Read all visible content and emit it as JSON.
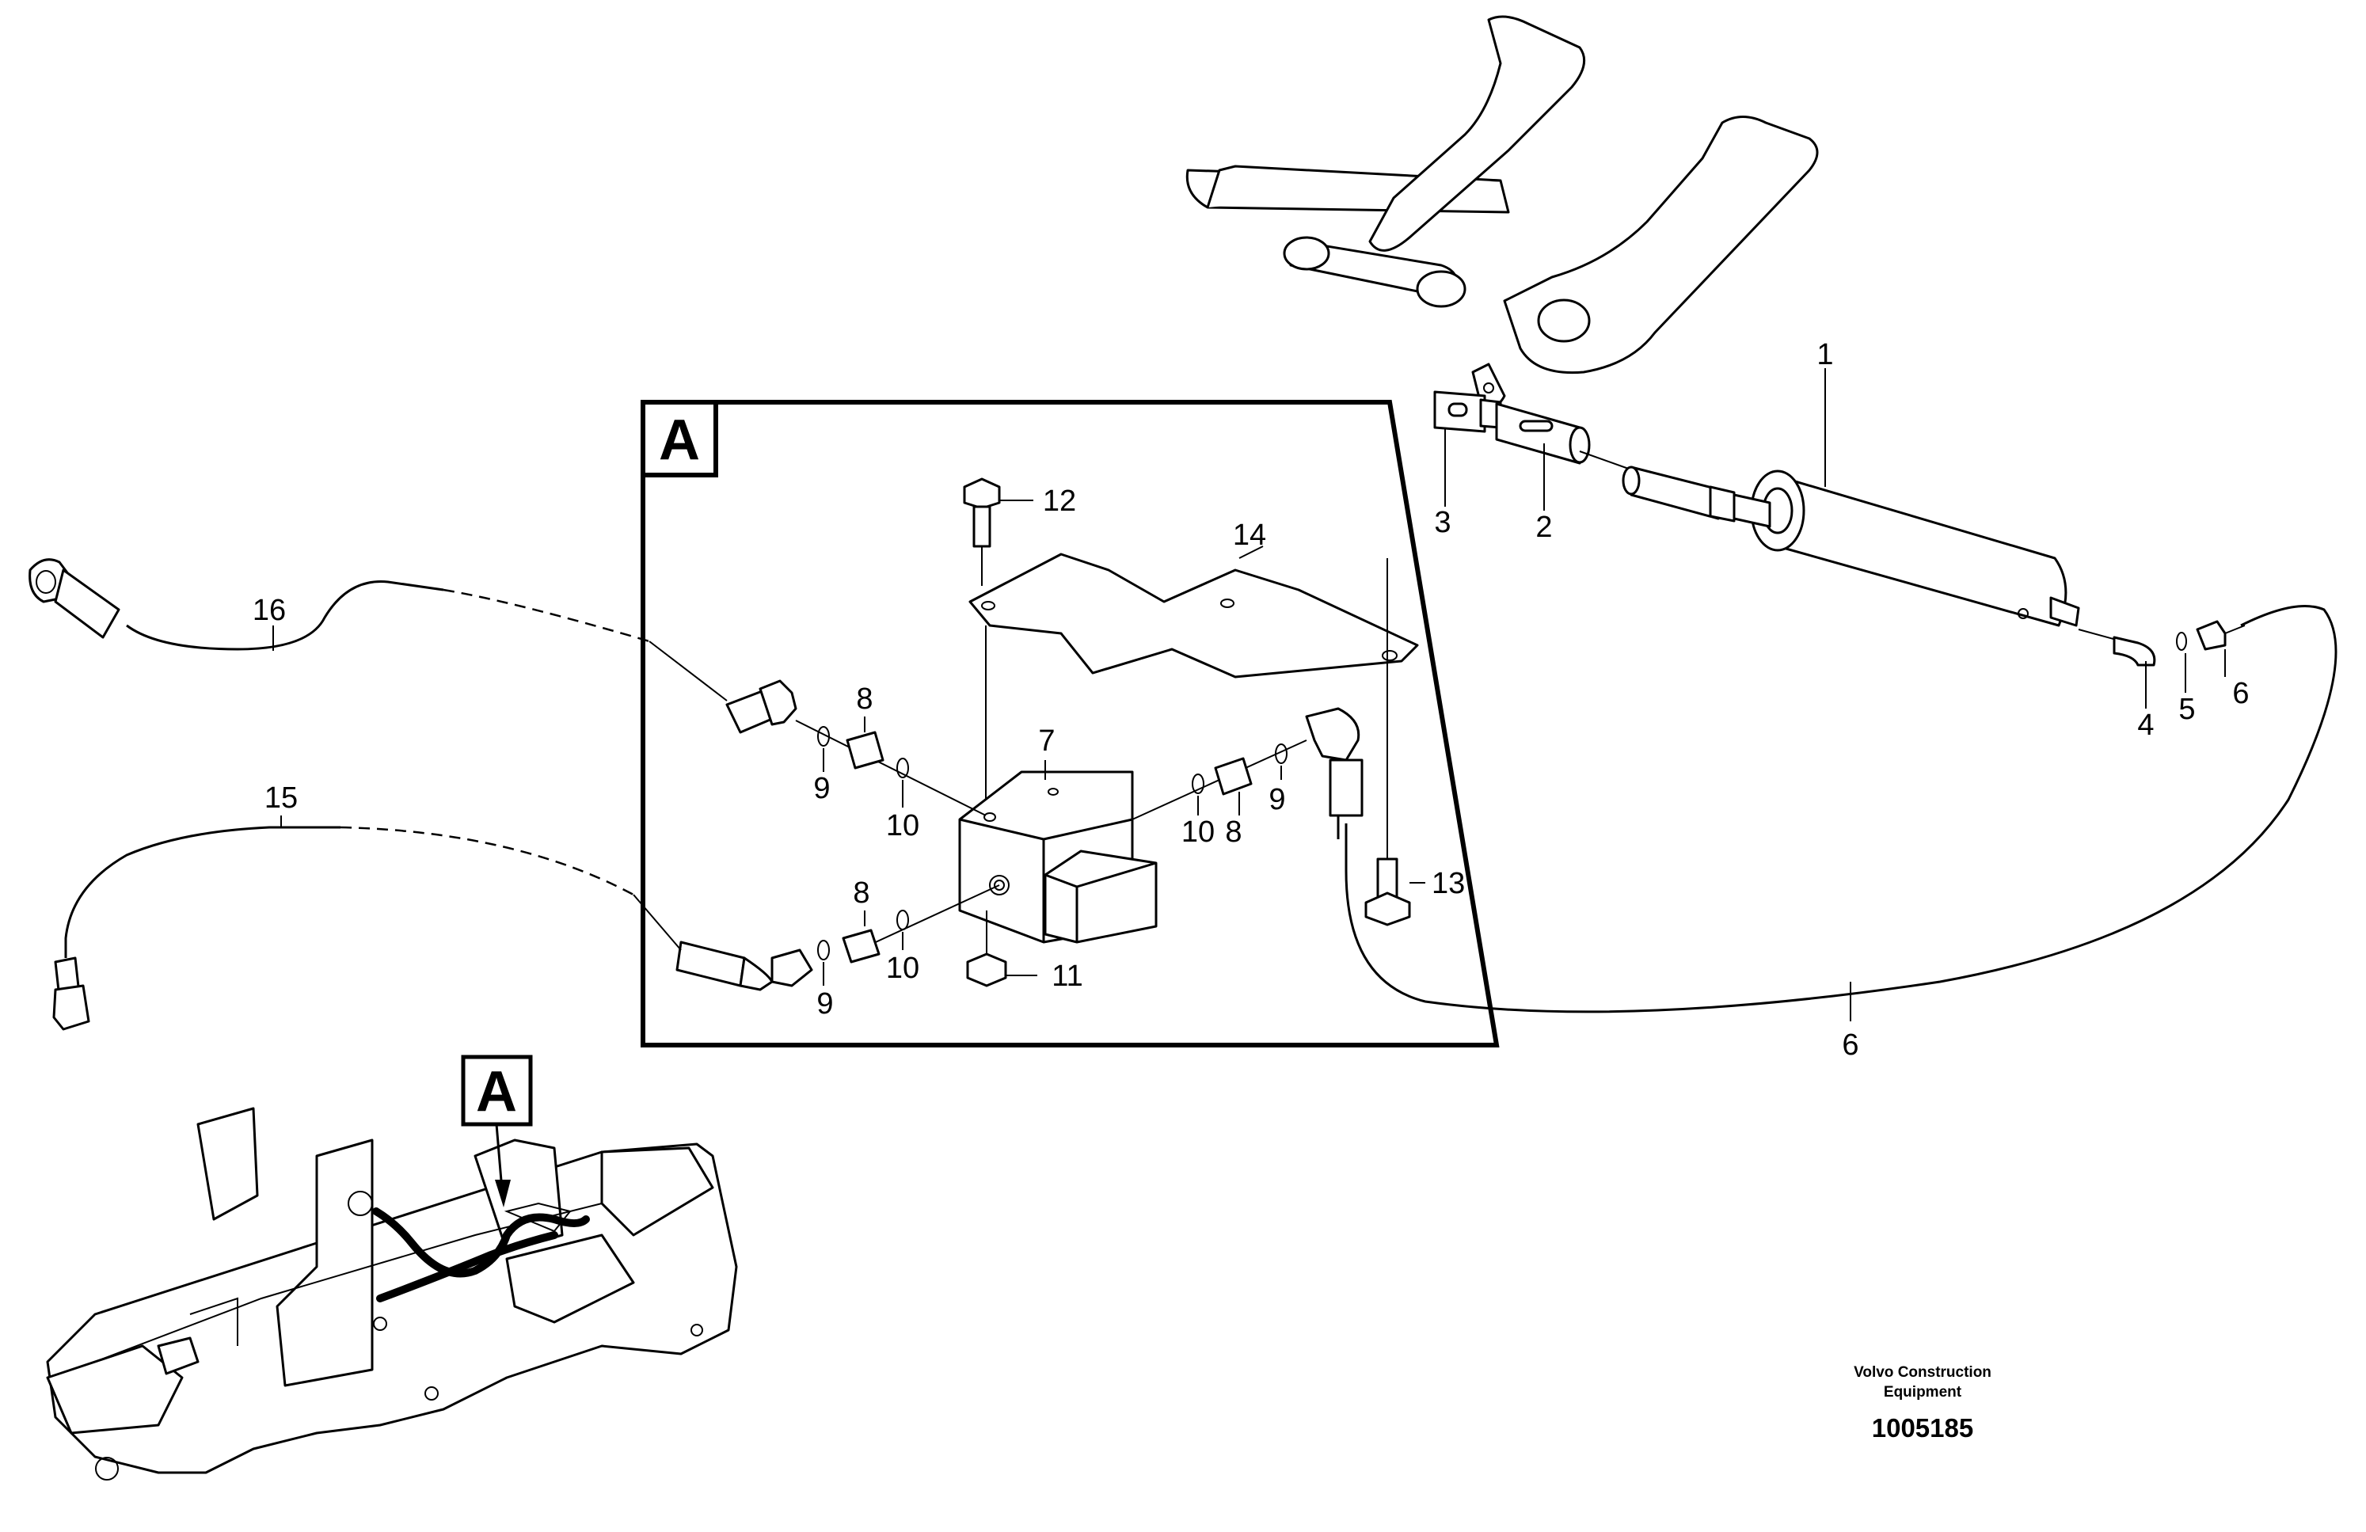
{
  "detail_label": "A",
  "overview_label": "A",
  "callouts": {
    "c1": "1",
    "c2": "2",
    "c3": "3",
    "c4": "4",
    "c5": "5",
    "c6a": "6",
    "c6b": "6",
    "c7": "7",
    "c8a": "8",
    "c8b": "8",
    "c8c": "8",
    "c9a": "9",
    "c9b": "9",
    "c9c": "9",
    "c10a": "10",
    "c10b": "10",
    "c10c": "10",
    "c11": "11",
    "c12": "12",
    "c13": "13",
    "c14": "14",
    "c15": "15",
    "c16": "16"
  },
  "credit": {
    "line1": "Volvo Construction",
    "line2": "Equipment"
  },
  "part_number": "1005185"
}
